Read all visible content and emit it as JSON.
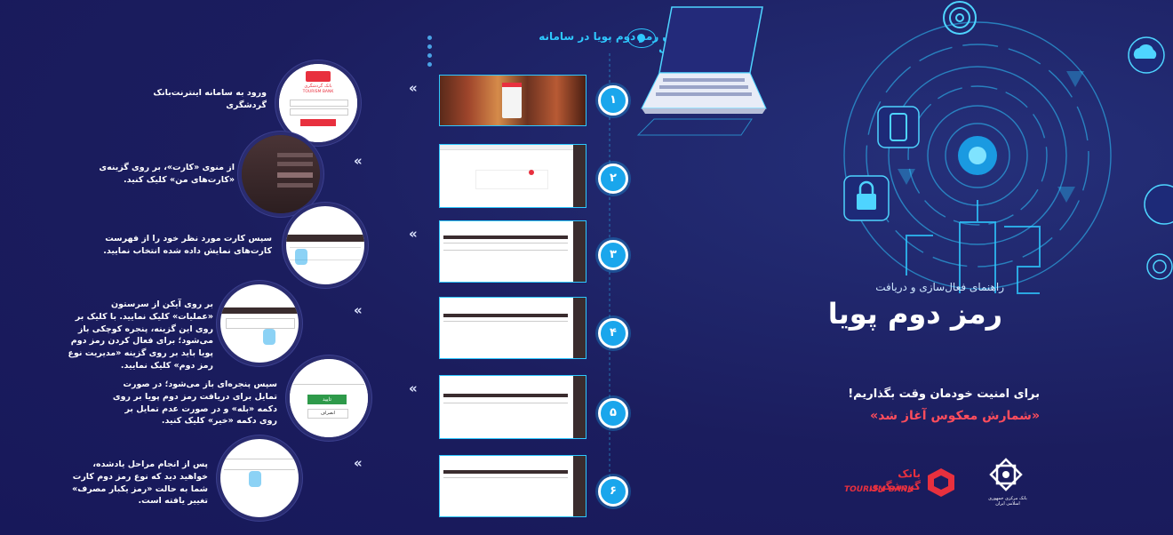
{
  "header": {
    "title": "فعال کردن رمز دوم پویا در سامانه اینترنت‌بانک"
  },
  "steps": [
    {
      "number": "۱",
      "text": "ورود به سامانه اینترنت‌بانک گردشگری"
    },
    {
      "number": "۲",
      "text": "از منوی «کارت»، بر روی گزینه‌ی «کارت‌های من» کلیک کنید."
    },
    {
      "number": "۳",
      "text": "سپس کارت مورد نظر خود را از فهرست کارت‌های نمایش داده شده انتخاب نمایید."
    },
    {
      "number": "۴",
      "text": "بر روی آیکن از سرستون «عملیات» کلیک نمایید. با کلیک بر روی این گزینه، پنجره کوچکی باز می‌شود؛ برای فعال کردن رمز دوم پویا باید بر روی گزینه «مدیریت نوع رمز دوم» کلیک نمایید."
    },
    {
      "number": "۵",
      "text": "سپس پنجره‌ای باز می‌شود؛ در صورت تمایل برای دریافت رمز دوم پویا بر روی دکمه «بله» و در صورت عدم تمایل بر روی دکمه «خیر» کلیک کنید."
    },
    {
      "number": "۶",
      "text": "پس از انجام مراحل یادشده، خواهید دید که نوع رمز دوم کارت شما به حالت «رمز یکبار مصرف» تغییر یافته است."
    }
  ],
  "guide": {
    "subtitle": "راهنمای فعال‌سازی و دریافت",
    "title": "رمز دوم پویا"
  },
  "slogan": {
    "line1": "برای امنیت خودمان وقت بگذاریم!",
    "line2": "«شمارش معکوس آغاز شد»"
  },
  "thumb_labels": {
    "bank_name_fa": "بانک گردشگری",
    "bank_name_en": "TOURISM BANK",
    "yes_button": "تایید",
    "no_button": "انصراف"
  },
  "logos": {
    "tourism_fa": "بانک گردشگری",
    "tourism_en": "TOURISM BANK",
    "central_bank_fa": "بانک مرکزی جمهوری اسلامی ایران"
  },
  "colors": {
    "background": "#1b1d5e",
    "accent": "#1aa6ec",
    "highlight": "#2ec8ff",
    "brand_red": "#e8303e"
  }
}
